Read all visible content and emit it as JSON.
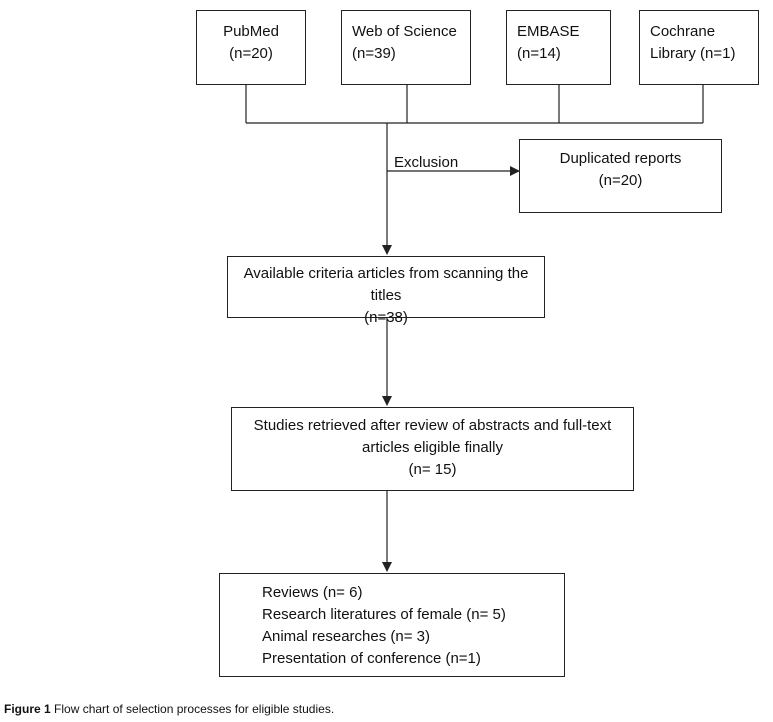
{
  "sources": [
    {
      "name": "PubMed",
      "count": "(n=20)"
    },
    {
      "name": "Web of Science",
      "count": "(n=39)"
    },
    {
      "name": "EMBASE",
      "count": "(n=14)"
    },
    {
      "name": "Cochrane",
      "count": "Library (n=1)"
    }
  ],
  "exclusion": {
    "label": "Exclusion",
    "box_title": "Duplicated reports",
    "box_count": "(n=20)"
  },
  "screening": {
    "title": "Available criteria articles from scanning the titles",
    "count": "(n=38)"
  },
  "eligible": {
    "line1": "Studies retrieved after review of abstracts and full-text",
    "line2": "articles eligible finally",
    "count": "(n= 15)"
  },
  "breakdown": [
    "Reviews (n= 6)",
    "Research literatures of female (n= 5)",
    "Animal researches (n= 3)",
    "Presentation of conference (n=1)"
  ],
  "caption": {
    "label": "Figure 1",
    "text": " Flow chart of selection processes for eligible studies."
  }
}
